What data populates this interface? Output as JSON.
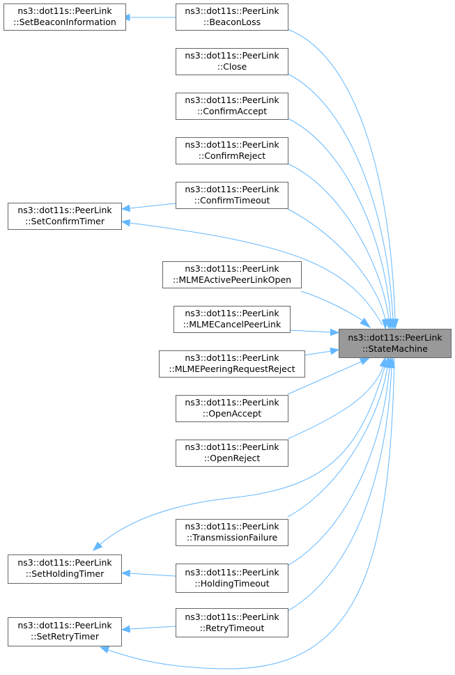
{
  "diagram": {
    "focus": {
      "line1": "ns3::dot11s::PeerLink",
      "line2": "::StateMachine"
    },
    "nodes": {
      "setbeacon": {
        "line1": "ns3::dot11s::PeerLink",
        "line2": "::SetBeaconInformation"
      },
      "beaconloss": {
        "line1": "ns3::dot11s::PeerLink",
        "line2": "::BeaconLoss"
      },
      "close": {
        "line1": "ns3::dot11s::PeerLink",
        "line2": "::Close"
      },
      "confirmaccept": {
        "line1": "ns3::dot11s::PeerLink",
        "line2": "::ConfirmAccept"
      },
      "confirmreject": {
        "line1": "ns3::dot11s::PeerLink",
        "line2": "::ConfirmReject"
      },
      "confirmtimeout": {
        "line1": "ns3::dot11s::PeerLink",
        "line2": "::ConfirmTimeout"
      },
      "setconfirmtimer": {
        "line1": "ns3::dot11s::PeerLink",
        "line2": "::SetConfirmTimer"
      },
      "mlmeactive": {
        "line1": "ns3::dot11s::PeerLink",
        "line2": "::MLMEActivePeerLinkOpen"
      },
      "mlmecancel": {
        "line1": "ns3::dot11s::PeerLink",
        "line2": "::MLMECancelPeerLink"
      },
      "mlmereject": {
        "line1": "ns3::dot11s::PeerLink",
        "line2": "::MLMEPeeringRequestReject"
      },
      "openaccept": {
        "line1": "ns3::dot11s::PeerLink",
        "line2": "::OpenAccept"
      },
      "openreject": {
        "line1": "ns3::dot11s::PeerLink",
        "line2": "::OpenReject"
      },
      "txfailure": {
        "line1": "ns3::dot11s::PeerLink",
        "line2": "::TransmissionFailure"
      },
      "setholding": {
        "line1": "ns3::dot11s::PeerLink",
        "line2": "::SetHoldingTimer"
      },
      "holdingtimeout": {
        "line1": "ns3::dot11s::PeerLink",
        "line2": "::HoldingTimeout"
      },
      "setretry": {
        "line1": "ns3::dot11s::PeerLink",
        "line2": "::SetRetryTimer"
      },
      "retrytimeout": {
        "line1": "ns3::dot11s::PeerLink",
        "line2": "::RetryTimeout"
      }
    },
    "colors": {
      "edge": "#63b8ff",
      "node_border": "#666666",
      "focus_fill": "#999999",
      "node_fill": "#ffffff"
    }
  }
}
